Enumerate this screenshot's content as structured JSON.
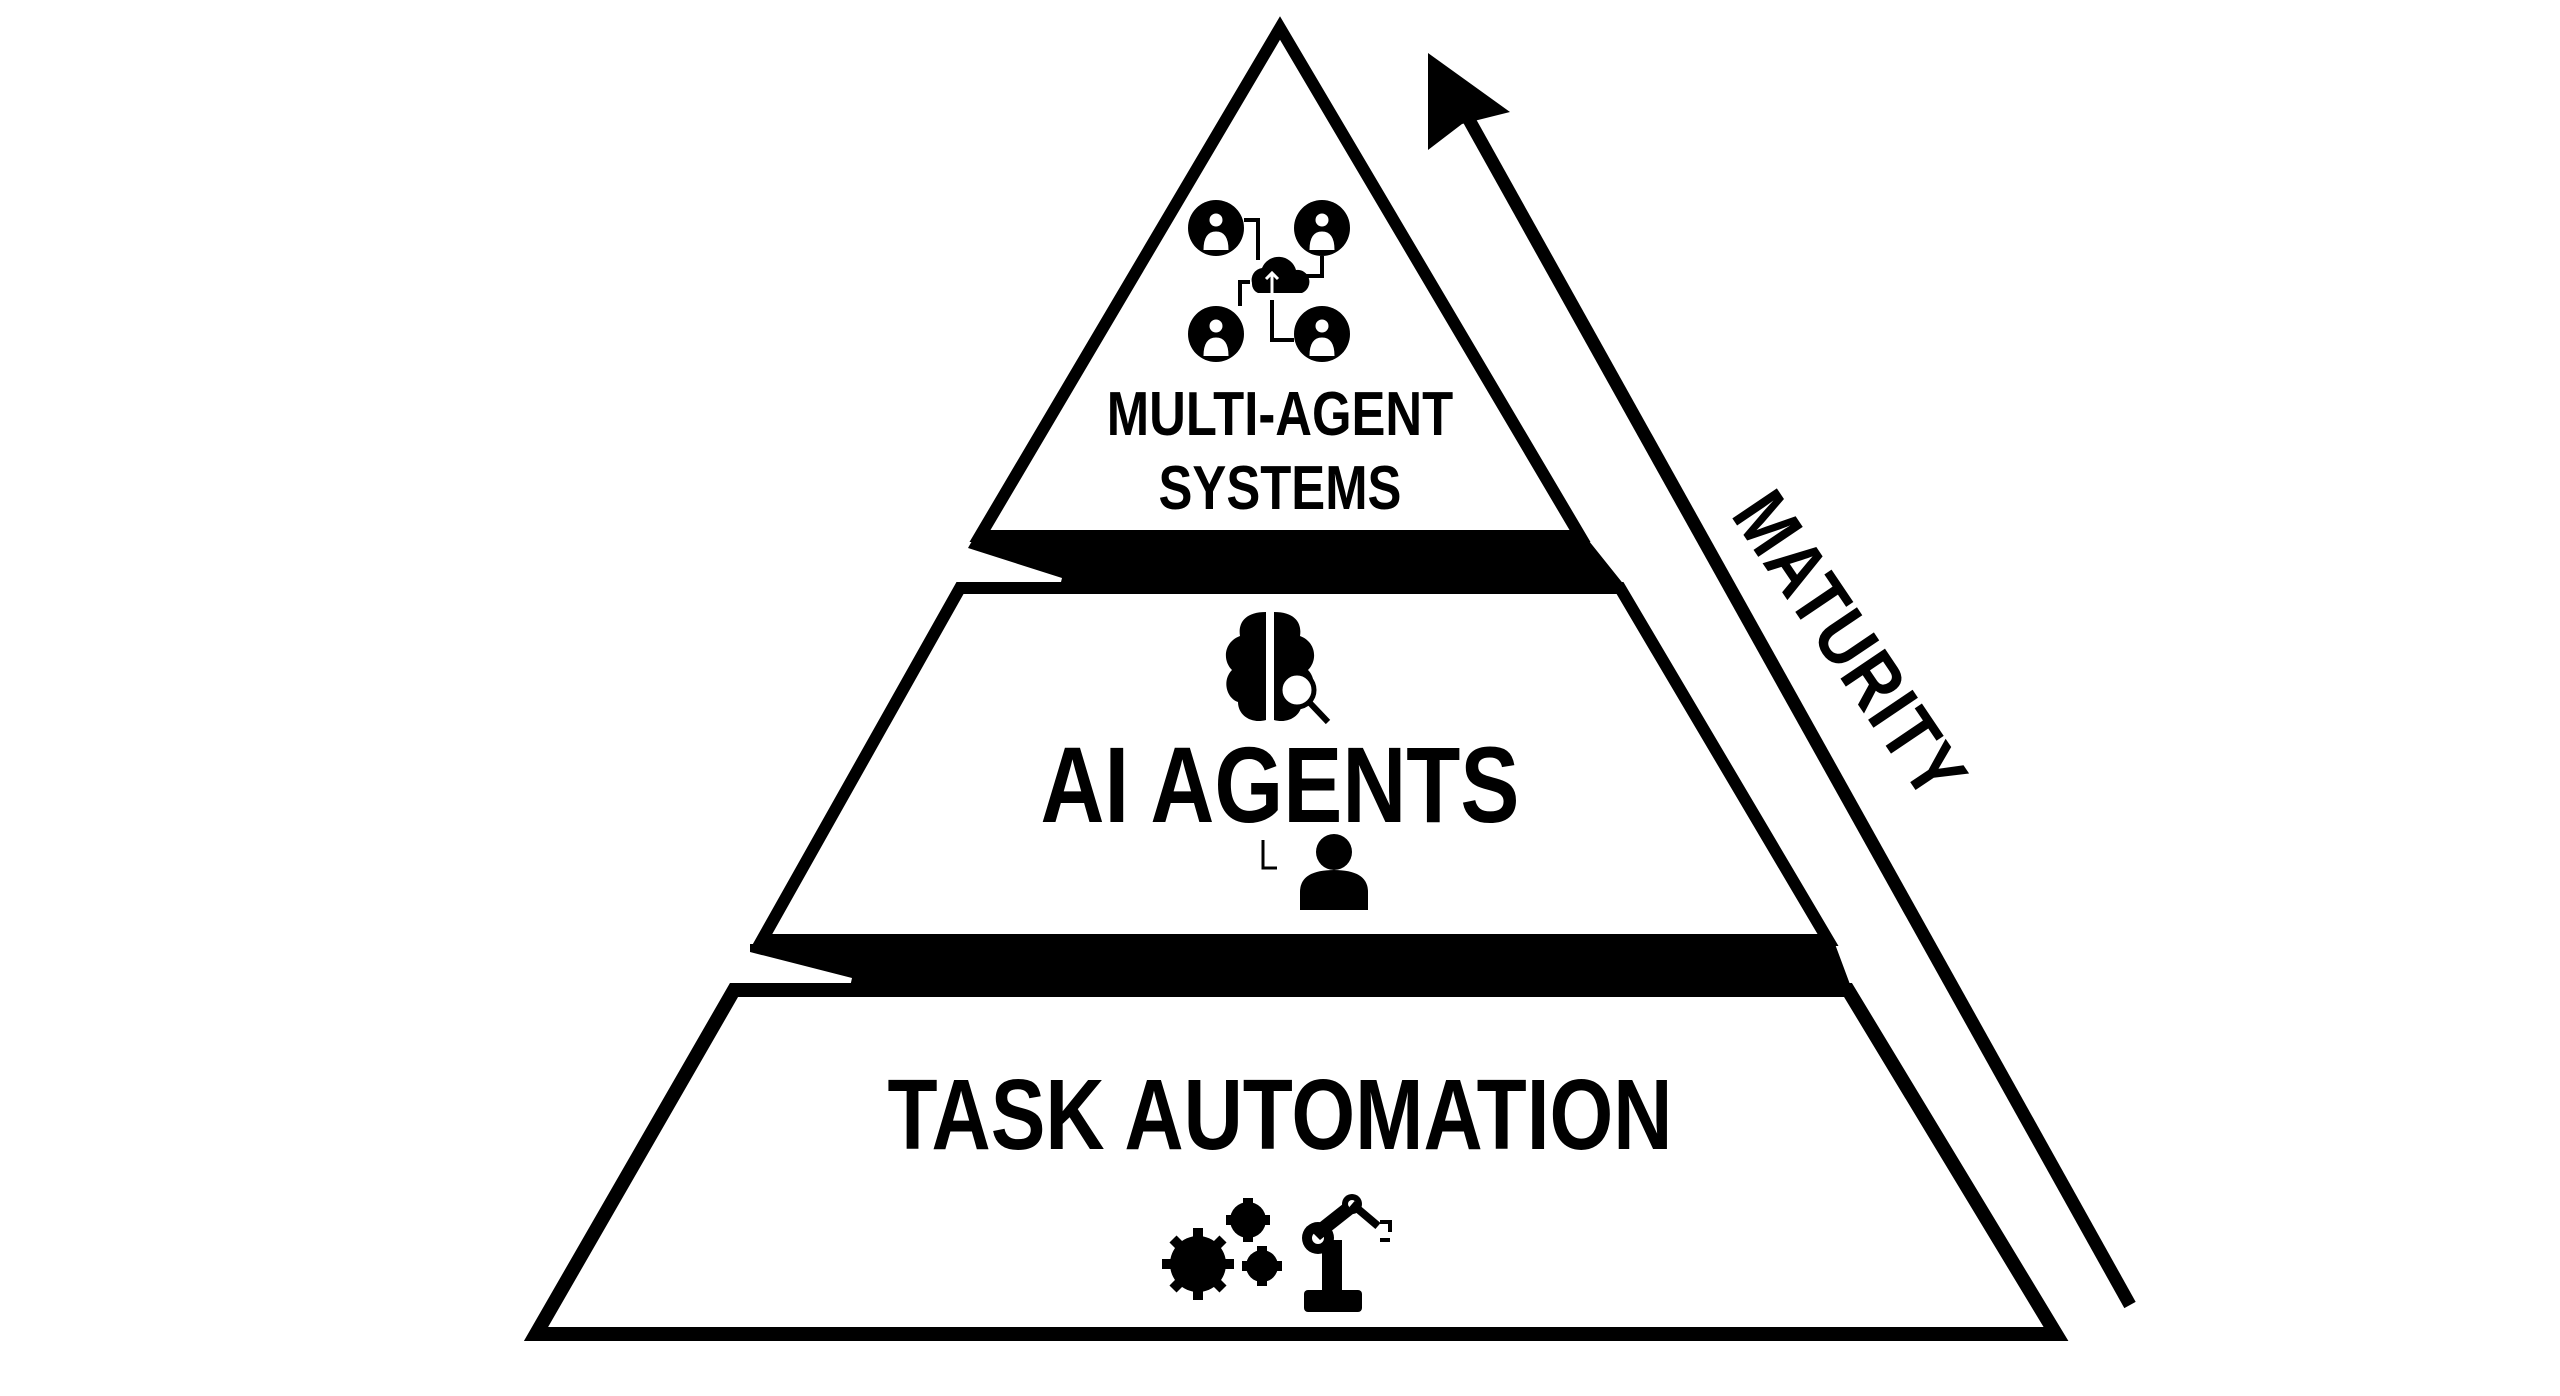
{
  "tiers": [
    {
      "label_line1": "MULTI-AGENT",
      "label_line2": "SYSTEMS",
      "icon": "multi-agent-network-icon"
    },
    {
      "label": "AI AGENTS",
      "icon": "brain-search-icon",
      "icon2": "user-icon"
    },
    {
      "label": "TASK AUTOMATION",
      "icon": "gears-icon",
      "icon2": "robot-arm-icon"
    }
  ],
  "arrow": {
    "label": "MATURITY",
    "icon": "arrow-up-icon"
  },
  "colors": {
    "stroke": "#000000",
    "background": "#ffffff"
  }
}
